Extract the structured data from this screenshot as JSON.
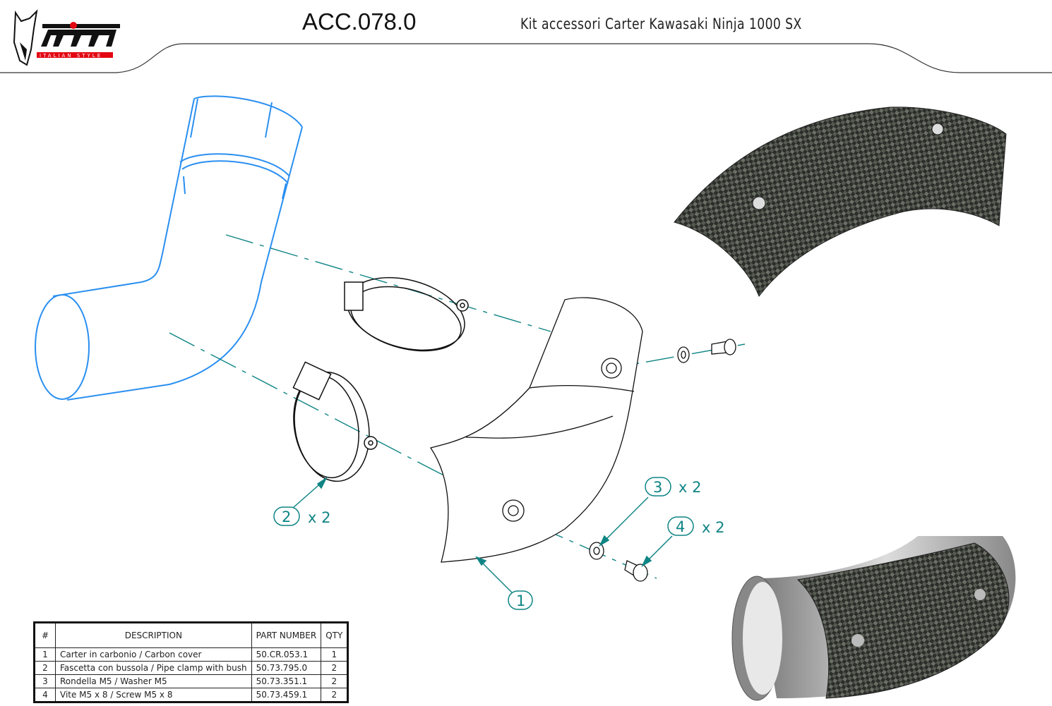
{
  "header": {
    "logo": {
      "brand": "MIVV",
      "tagline": "ITALIAN STYLE"
    },
    "code": "ACC.078.0",
    "title": "Kit accessori Carter Kawasaki Ninja 1000 SX"
  },
  "callouts": [
    {
      "number": "1",
      "qty": ""
    },
    {
      "number": "2",
      "qty": "x 2"
    },
    {
      "number": "3",
      "qty": "x 2"
    },
    {
      "number": "4",
      "qty": "x 2"
    }
  ],
  "colors": {
    "callout": "#0f8484",
    "pipe": "#2a8ff0",
    "logo_red": "#e30613"
  },
  "table": {
    "headers": [
      "#",
      "DESCRIPTION",
      "PART NUMBER",
      "QTY"
    ],
    "rows": [
      [
        "1",
        "Carter in carbonio / Carbon cover",
        "50.CR.053.1",
        "1"
      ],
      [
        "2",
        "Fascetta con bussola / Pipe clamp with bush",
        "50.73.795.0",
        "2"
      ],
      [
        "3",
        "Rondella M5 / Washer M5",
        "50.73.351.1",
        "2"
      ],
      [
        "4",
        "Vite M5 x 8 / Screw M5 x 8",
        "50.73.459.1",
        "2"
      ]
    ]
  }
}
